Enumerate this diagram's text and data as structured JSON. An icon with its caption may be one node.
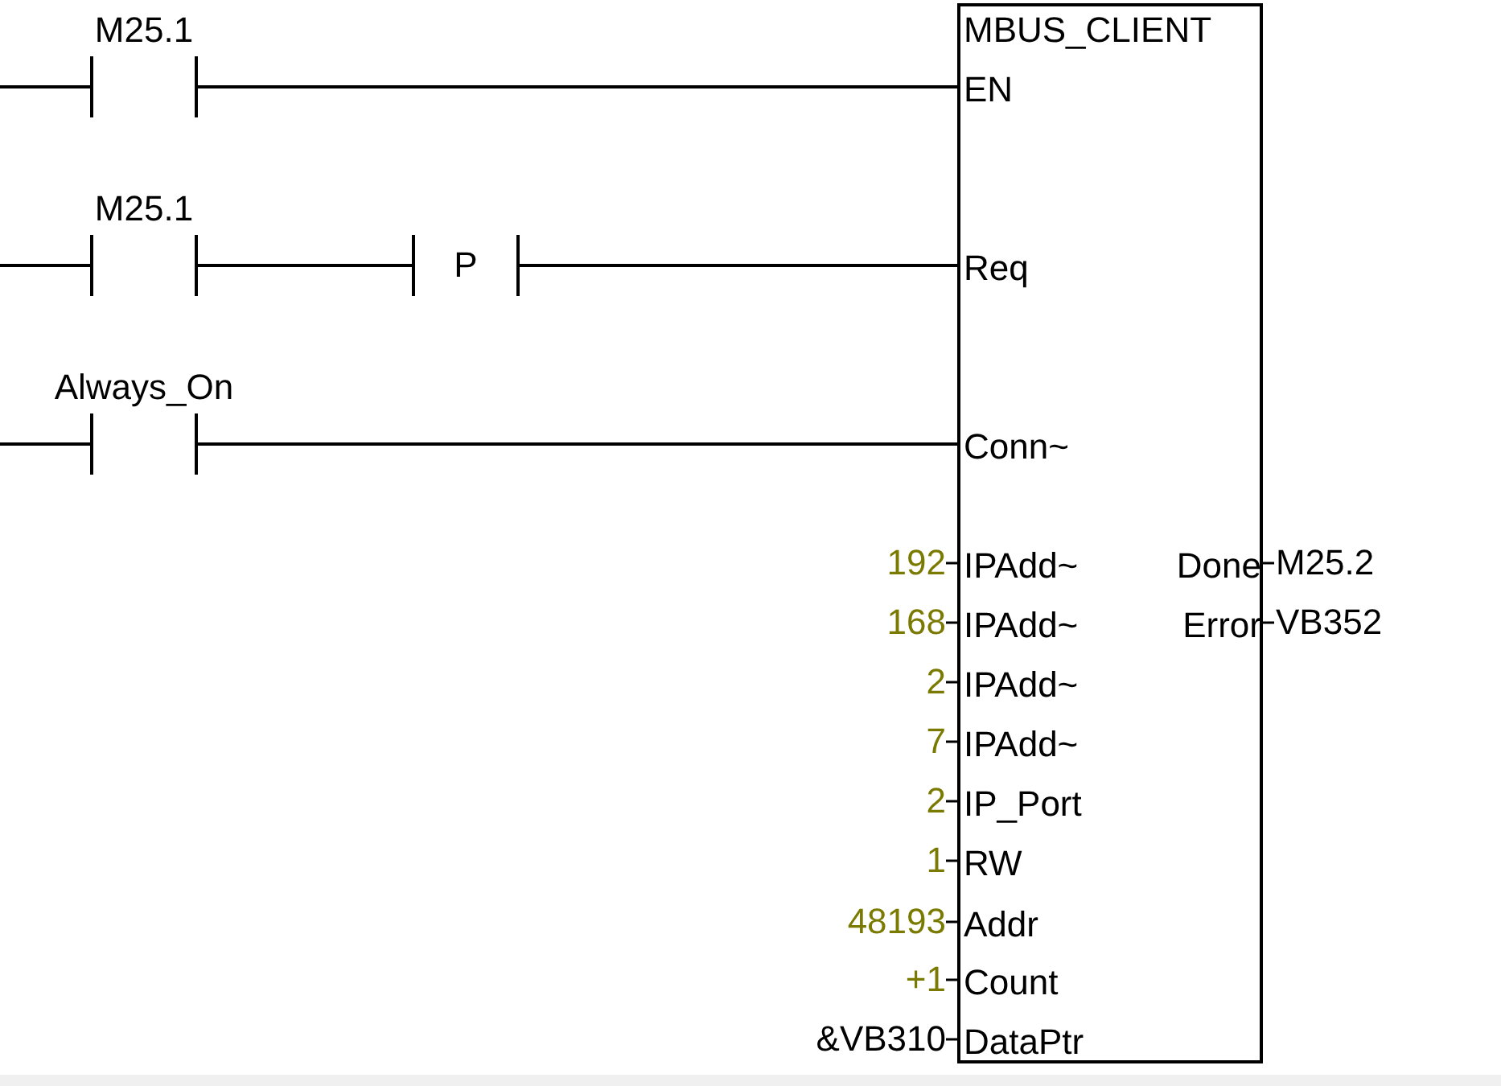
{
  "diagram": {
    "nodes": [
      {
        "text": [
          "M25.1"
        ]
      },
      {
        "text": [
          "M25.1"
        ]
      },
      {
        "text": [
          "P"
        ]
      },
      {
        "text": [
          "Always_On"
        ]
      },
      {
        "text": [
          "MBUS_CLIENT",
          "EN",
          "Req",
          "Conn~",
          "IPAdd~",
          "IPAdd~",
          "IPAdd~",
          "IPAdd~",
          "IP_Port",
          "RW",
          "Addr",
          "Count",
          "DataPtr",
          "Done",
          "Error"
        ],
        "beside": [
          "192",
          "168",
          "2",
          "7",
          "2",
          "1",
          "48193",
          "+1",
          "&VB310",
          "M25.2",
          "VB352"
        ]
      }
    ],
    "edges": [
      {
        "from": null,
        "to": 0,
        "arrow": "none"
      },
      {
        "from": 0,
        "to": 4,
        "arrow": "none"
      },
      {
        "from": null,
        "to": 1,
        "arrow": "none"
      },
      {
        "from": 1,
        "to": 2,
        "arrow": "none"
      },
      {
        "from": 2,
        "to": 4,
        "arrow": "none"
      },
      {
        "from": null,
        "to": 3,
        "arrow": "none"
      },
      {
        "from": 3,
        "to": 4,
        "arrow": "none"
      }
    ]
  }
}
